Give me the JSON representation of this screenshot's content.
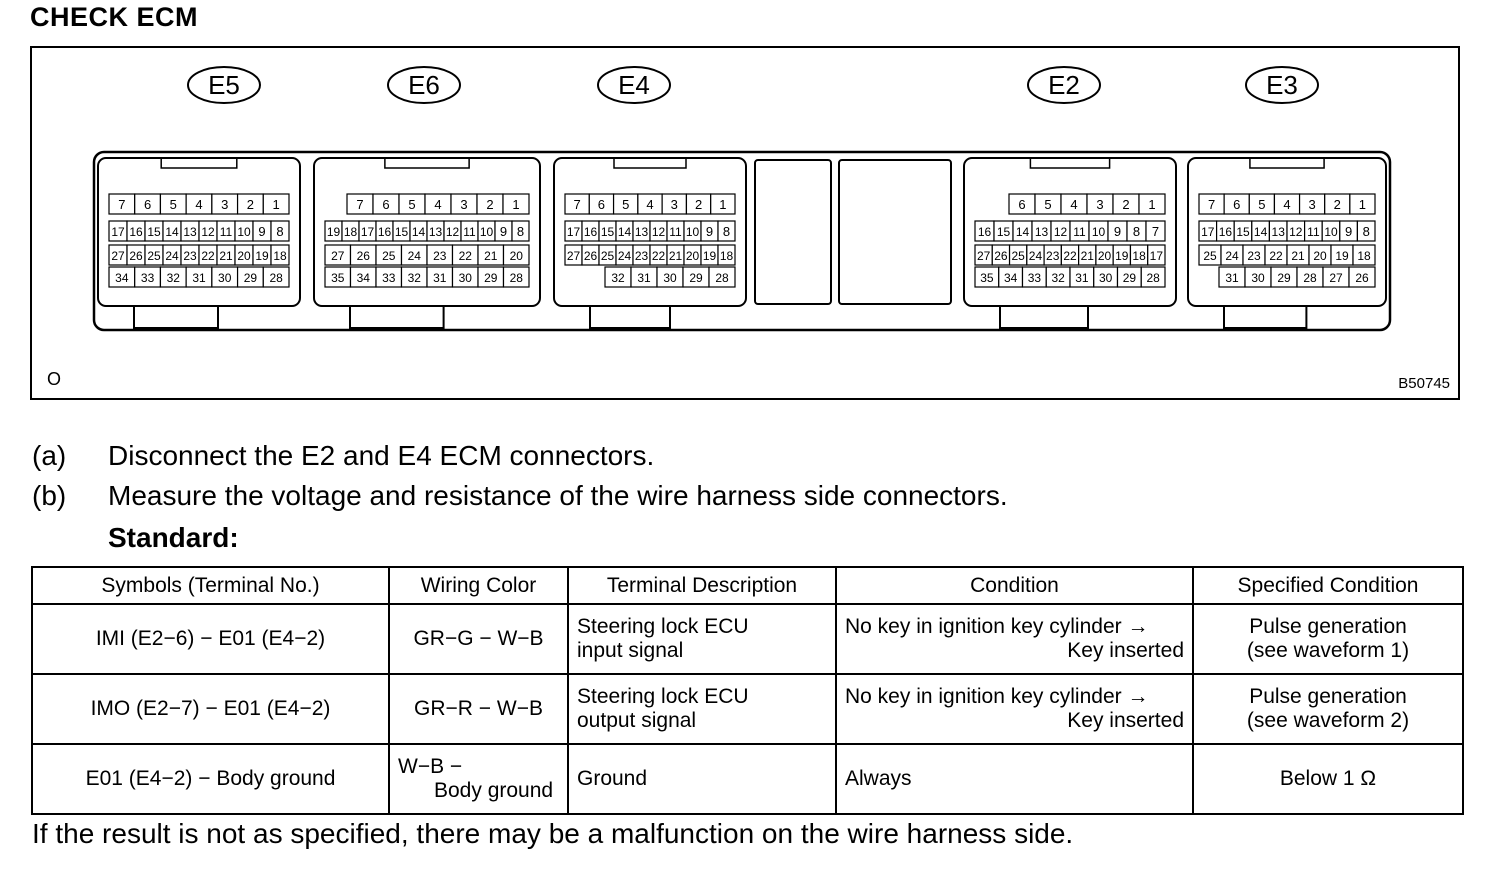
{
  "title": "CHECK ECM",
  "figure": {
    "connectors": [
      {
        "name": "E5",
        "rows": [
          [
            "7",
            "6",
            "5",
            "4",
            "3",
            "2",
            "1"
          ],
          [
            "17",
            "16",
            "15",
            "14",
            "13",
            "12",
            "11",
            "10",
            "9",
            "8"
          ],
          [
            "27",
            "26",
            "25",
            "24",
            "23",
            "22",
            "21",
            "20",
            "19",
            "18"
          ],
          [
            "34",
            "33",
            "32",
            "31",
            "30",
            "29",
            "28"
          ]
        ]
      },
      {
        "name": "E6",
        "rows": [
          [
            "7",
            "6",
            "5",
            "4",
            "3",
            "2",
            "1"
          ],
          [
            "19",
            "18",
            "17",
            "16",
            "15",
            "14",
            "13",
            "12",
            "11",
            "10",
            "9",
            "8"
          ],
          [
            "27",
            "26",
            "25",
            "24",
            "23",
            "22",
            "21",
            "20"
          ],
          [
            "35",
            "34",
            "33",
            "32",
            "31",
            "30",
            "29",
            "28"
          ]
        ]
      },
      {
        "name": "E4",
        "rows": [
          [
            "7",
            "6",
            "5",
            "4",
            "3",
            "2",
            "1"
          ],
          [
            "17",
            "16",
            "15",
            "14",
            "13",
            "12",
            "11",
            "10",
            "9",
            "8"
          ],
          [
            "27",
            "26",
            "25",
            "24",
            "23",
            "22",
            "21",
            "20",
            "19",
            "18"
          ],
          [
            "32",
            "31",
            "30",
            "29",
            "28"
          ]
        ]
      },
      {
        "name": "E2",
        "rows": [
          [
            "6",
            "5",
            "4",
            "3",
            "2",
            "1"
          ],
          [
            "16",
            "15",
            "14",
            "13",
            "12",
            "11",
            "10",
            "9",
            "8",
            "7"
          ],
          [
            "27",
            "26",
            "25",
            "24",
            "23",
            "22",
            "21",
            "20",
            "19",
            "18",
            "17"
          ],
          [
            "35",
            "34",
            "33",
            "32",
            "31",
            "30",
            "29",
            "28"
          ]
        ]
      },
      {
        "name": "E3",
        "rows": [
          [
            "7",
            "6",
            "5",
            "4",
            "3",
            "2",
            "1"
          ],
          [
            "17",
            "16",
            "15",
            "14",
            "13",
            "12",
            "11",
            "10",
            "9",
            "8"
          ],
          [
            "25",
            "24",
            "23",
            "22",
            "21",
            "20",
            "19",
            "18"
          ],
          [
            "31",
            "30",
            "29",
            "28",
            "27",
            "26"
          ]
        ]
      }
    ],
    "corner_mark": "O",
    "code": "B50745"
  },
  "steps": [
    {
      "label": "(a)",
      "text": "Disconnect the E2 and E4 ECM connectors."
    },
    {
      "label": "(b)",
      "text": "Measure the voltage and resistance of the wire harness side connectors."
    }
  ],
  "standard_label": "Standard:",
  "table": {
    "headers": [
      "Symbols (Terminal No.)",
      "Wiring Color",
      "Terminal Description",
      "Condition",
      "Specified Condition"
    ],
    "rows": [
      {
        "symbols": "IMI (E2−6) − E01 (E4−2)",
        "wiring": "GR−G − W−B",
        "desc1": "Steering lock ECU",
        "desc2": "input signal",
        "cond1": "No key in ignition key cylinder →",
        "cond2": "Key inserted",
        "spec1": "Pulse generation",
        "spec2": "(see waveform 1)"
      },
      {
        "symbols": "IMO (E2−7) − E01 (E4−2)",
        "wiring": "GR−R − W−B",
        "desc1": "Steering lock ECU",
        "desc2": "output signal",
        "cond1": "No key in ignition key cylinder →",
        "cond2": "Key inserted",
        "spec1": "Pulse generation",
        "spec2": "(see waveform 2)"
      },
      {
        "symbols": "E01 (E4−2) − Body ground",
        "wiring1": "W−B −",
        "wiring2": "Body ground",
        "desc": "Ground",
        "cond": "Always",
        "spec": "Below 1 Ω"
      }
    ]
  },
  "footer": "If the result is not as specified, there may be a malfunction on the wire harness side."
}
